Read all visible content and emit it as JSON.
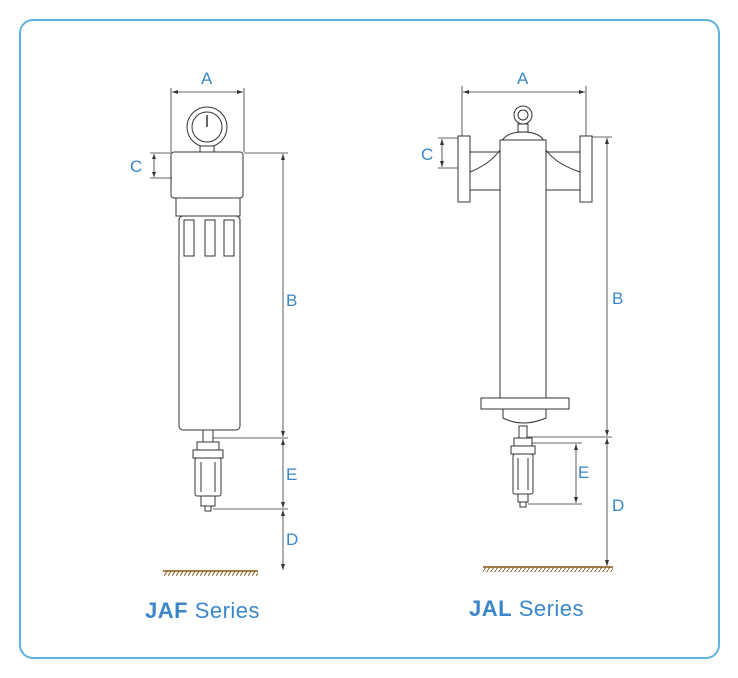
{
  "dimension_labels": {
    "a": "A",
    "b": "B",
    "c": "C",
    "d": "D",
    "e": "E"
  },
  "left_diagram": {
    "series_code": "JAF",
    "series_word": "Series"
  },
  "right_diagram": {
    "series_code": "JAL",
    "series_word": "Series"
  },
  "colors": {
    "accent": "#3a86c8",
    "frame": "#5fb3dc",
    "line": "#333333",
    "ground": "#8a5a1a"
  }
}
